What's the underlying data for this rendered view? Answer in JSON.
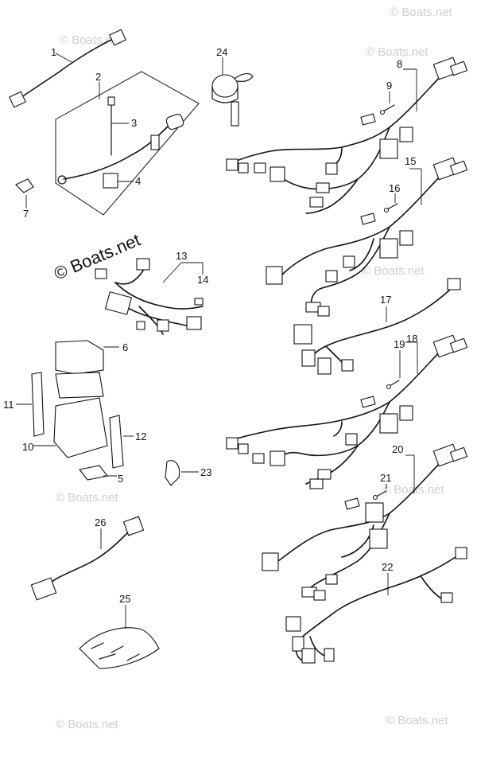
{
  "watermark": {
    "text": "© Boats.net",
    "main_text": "© Boats.net"
  },
  "callouts": [
    "1",
    "2",
    "3",
    "4",
    "5",
    "6",
    "7",
    "8",
    "9",
    "10",
    "11",
    "12",
    "13",
    "14",
    "15",
    "16",
    "17",
    "18",
    "19",
    "20",
    "21",
    "22",
    "23",
    "24",
    "25",
    "26"
  ]
}
